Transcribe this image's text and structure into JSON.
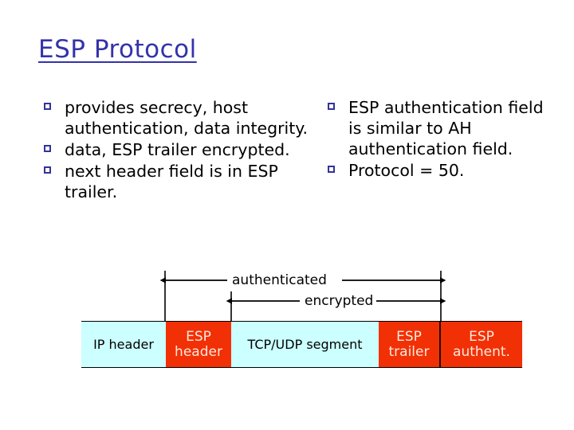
{
  "slide": {
    "title": "ESP Protocol",
    "title_color": "#3333AA",
    "background": "#ffffff"
  },
  "bullets": {
    "left": [
      {
        "marker": "square-bullet",
        "text": "provides secrecy, host authentication, data integrity."
      },
      {
        "marker": "square-bullet",
        "text": "data, ESP trailer encrypted."
      },
      {
        "marker": "square-bullet",
        "text": "next header field is in ESP trailer."
      }
    ],
    "right": [
      {
        "marker": "square-bullet",
        "text": "ESP authentication field is similar to AH authentication field."
      },
      {
        "marker": "square-bullet",
        "text": "Protocol = 50."
      }
    ]
  },
  "diagram": {
    "spans": [
      {
        "label": "authenticated",
        "arrow": "double-headed-arrow"
      },
      {
        "label": "encrypted",
        "arrow": "double-headed-arrow"
      }
    ],
    "packet_cells": [
      {
        "label": "IP header",
        "color": "#CCFFFF",
        "text_color": "#000000"
      },
      {
        "label": "ESP\nheader",
        "color": "#F23005",
        "text_color": "#FFE8DC"
      },
      {
        "label": "TCP/UDP segment",
        "color": "#CCFFFF",
        "text_color": "#000000"
      },
      {
        "label": "ESP\ntrailer",
        "color": "#F23005",
        "text_color": "#FFE8DC"
      },
      {
        "label": "ESP\nauthent.",
        "color": "#F23005",
        "text_color": "#FFE8DC"
      }
    ]
  }
}
